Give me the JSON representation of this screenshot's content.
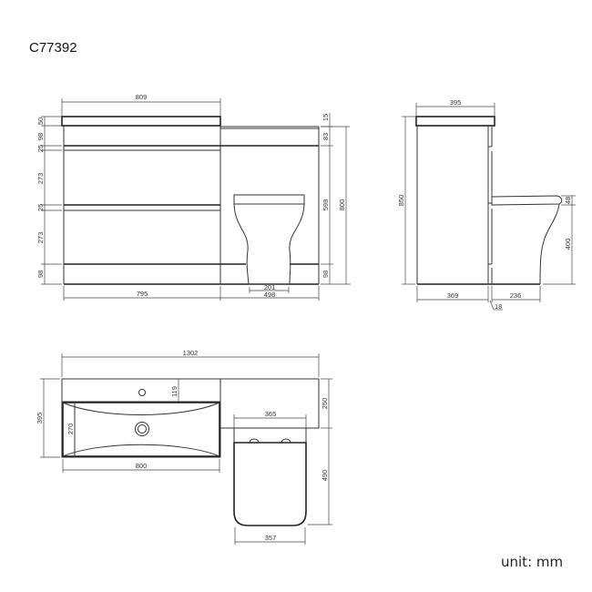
{
  "title": "C77392",
  "unit_label": "unit: mm",
  "front_view": {
    "width_top": "809",
    "width_vanity": "795",
    "width_wc_unit": "498",
    "pan_base_width": "201",
    "left_heights": [
      "50",
      "98",
      "25",
      "273",
      "25",
      "273",
      "98"
    ],
    "right_heights": [
      "15",
      "83",
      "598",
      "98"
    ],
    "total_height": "800"
  },
  "side_view": {
    "top_depth": "395",
    "total_height": "850",
    "cabinet_depth": "369",
    "gap": "18",
    "pan_projection": "236",
    "seat_thickness": "48",
    "seat_height": "400"
  },
  "plan_view": {
    "total_width": "1302",
    "total_depth": "395",
    "tap_hole_offset": "119",
    "basin_depth": "270",
    "basin_width": "800",
    "wc_unit_depth": "250",
    "pan_width": "365",
    "pan_projection": "490",
    "pan_seat_width": "357"
  }
}
